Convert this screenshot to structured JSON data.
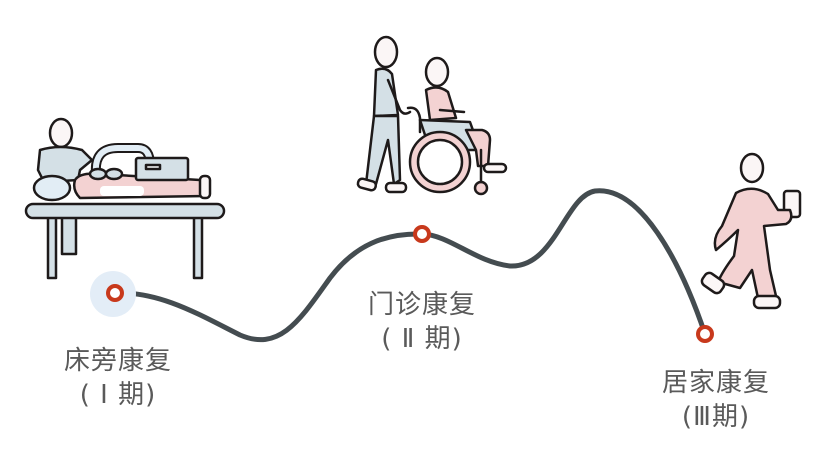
{
  "colors": {
    "curve": "#444c50",
    "marker": "#c8391c",
    "halo": "#e3edf7",
    "outline": "#1e1a1a",
    "blue_fill": "#d4e0e6",
    "pink_fill": "#f3d2d2",
    "text": "#5a5a5a"
  },
  "stages": [
    {
      "title": "床旁康复",
      "phase": "( Ⅰ 期)",
      "illustration": "bedside-therapy"
    },
    {
      "title": "门诊康复",
      "phase": "( Ⅱ 期)",
      "illustration": "wheelchair-assist"
    },
    {
      "title": "居家康复",
      "phase": "(Ⅲ期)",
      "illustration": "walking-person"
    }
  ]
}
